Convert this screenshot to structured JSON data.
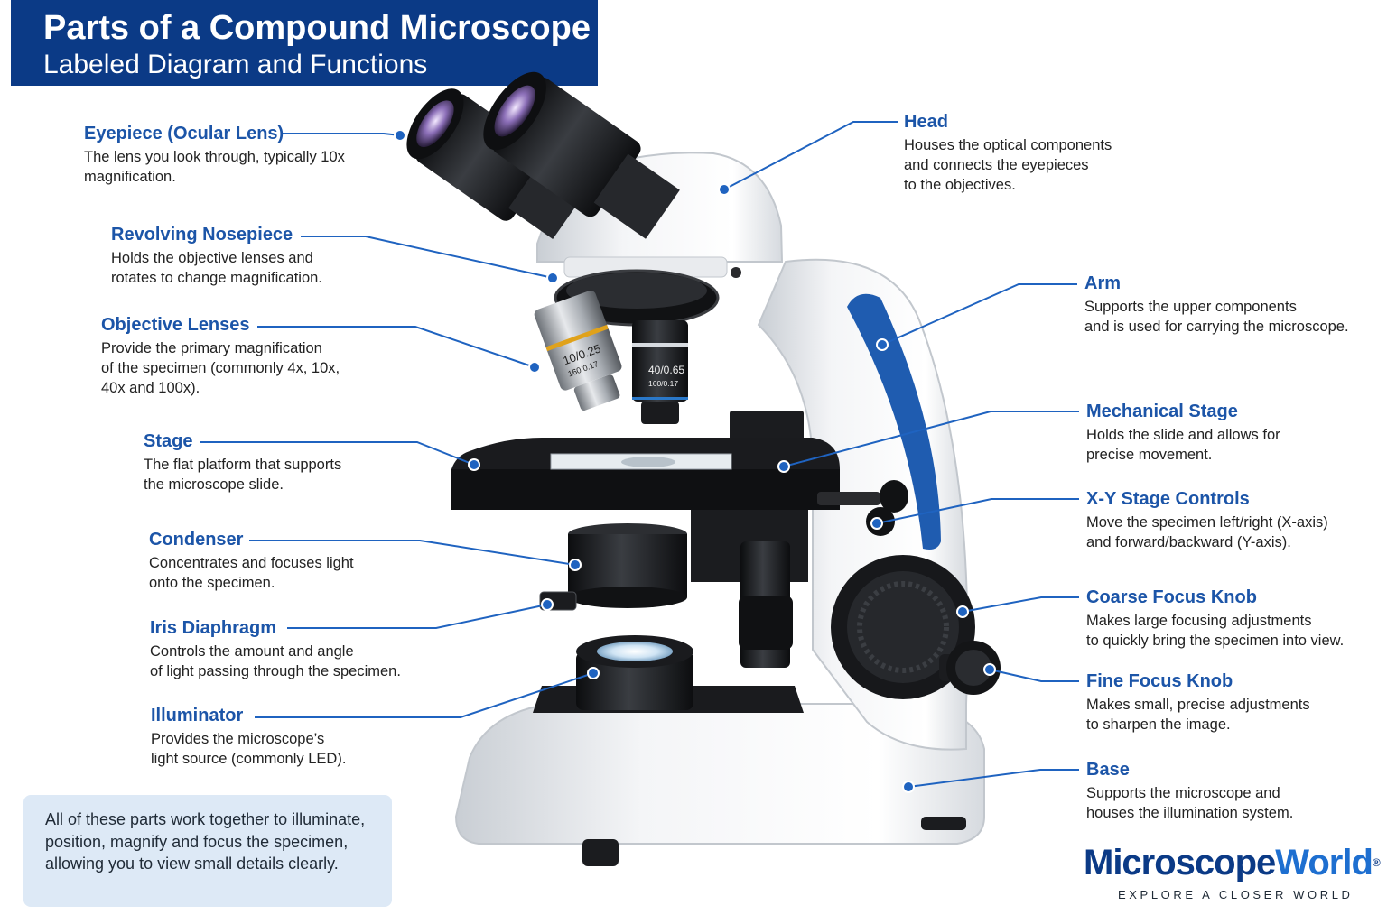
{
  "title": {
    "main": "Parts of a Compound Microscope",
    "sub": "Labeled Diagram and Functions"
  },
  "colors": {
    "banner": "#0b3a86",
    "label_name": "#1c55a8",
    "leader_line": "#1f63c0",
    "summary_bg": "#dde9f6",
    "arm_stripe": "#1f5cb0"
  },
  "labels": {
    "eyepiece": {
      "name": "Eyepiece (Ocular Lens)",
      "desc": [
        "The lens you look through, typically 10x",
        "magnification."
      ]
    },
    "nosepiece": {
      "name": "Revolving Nosepiece",
      "desc": [
        "Holds the objective lenses and",
        "rotates to change magnification."
      ]
    },
    "objectives": {
      "name": "Objective Lenses",
      "desc": [
        "Provide the primary magnification",
        "of the specimen (commonly 4x, 10x,",
        "40x and 100x)."
      ]
    },
    "stage": {
      "name": "Stage",
      "desc": [
        "The flat platform that supports",
        "the microscope slide."
      ]
    },
    "condenser": {
      "name": "Condenser",
      "desc": [
        "Concentrates and focuses light",
        "onto the specimen."
      ]
    },
    "iris": {
      "name": "Iris Diaphragm",
      "desc": [
        "Controls the amount and angle",
        "of light passing through the specimen."
      ]
    },
    "illuminator": {
      "name": "Illuminator",
      "desc": [
        "Provides the microscope’s",
        "light source (commonly LED)."
      ]
    },
    "head": {
      "name": "Head",
      "desc": [
        "Houses the optical components",
        "and connects the eyepieces",
        "to the objectives."
      ]
    },
    "arm": {
      "name": "Arm",
      "desc": [
        "Supports the upper components",
        "and is used for carrying the microscope."
      ]
    },
    "mechstage": {
      "name": "Mechanical Stage",
      "desc": [
        "Holds the slide and allows for",
        "precise movement."
      ]
    },
    "xy": {
      "name": "X-Y Stage Controls",
      "desc": [
        "Move the specimen left/right (X-axis)",
        "and forward/backward (Y-axis)."
      ]
    },
    "coarse": {
      "name": "Coarse Focus Knob",
      "desc": [
        "Makes large focusing adjustments",
        "to quickly bring the specimen into view."
      ]
    },
    "fine": {
      "name": "Fine Focus Knob",
      "desc": [
        "Makes small, precise adjustments",
        "to sharpen the image."
      ]
    },
    "base": {
      "name": "Base",
      "desc": [
        "Supports the microscope and",
        "houses the illumination system."
      ]
    }
  },
  "lens_markings": {
    "objective_10": "10/0.25",
    "objective_10_tube": "160/0.17",
    "objective_40": "40/0.65",
    "objective_40_tube": "160/0.17"
  },
  "summary": "All of these parts work together to illuminate, position, magnify and focus the specimen, allowing you to view small details clearly.",
  "logo": {
    "word1": "Microscope",
    "word2": "World",
    "registered": "®",
    "tagline": "EXPLORE A CLOSER WORLD"
  }
}
